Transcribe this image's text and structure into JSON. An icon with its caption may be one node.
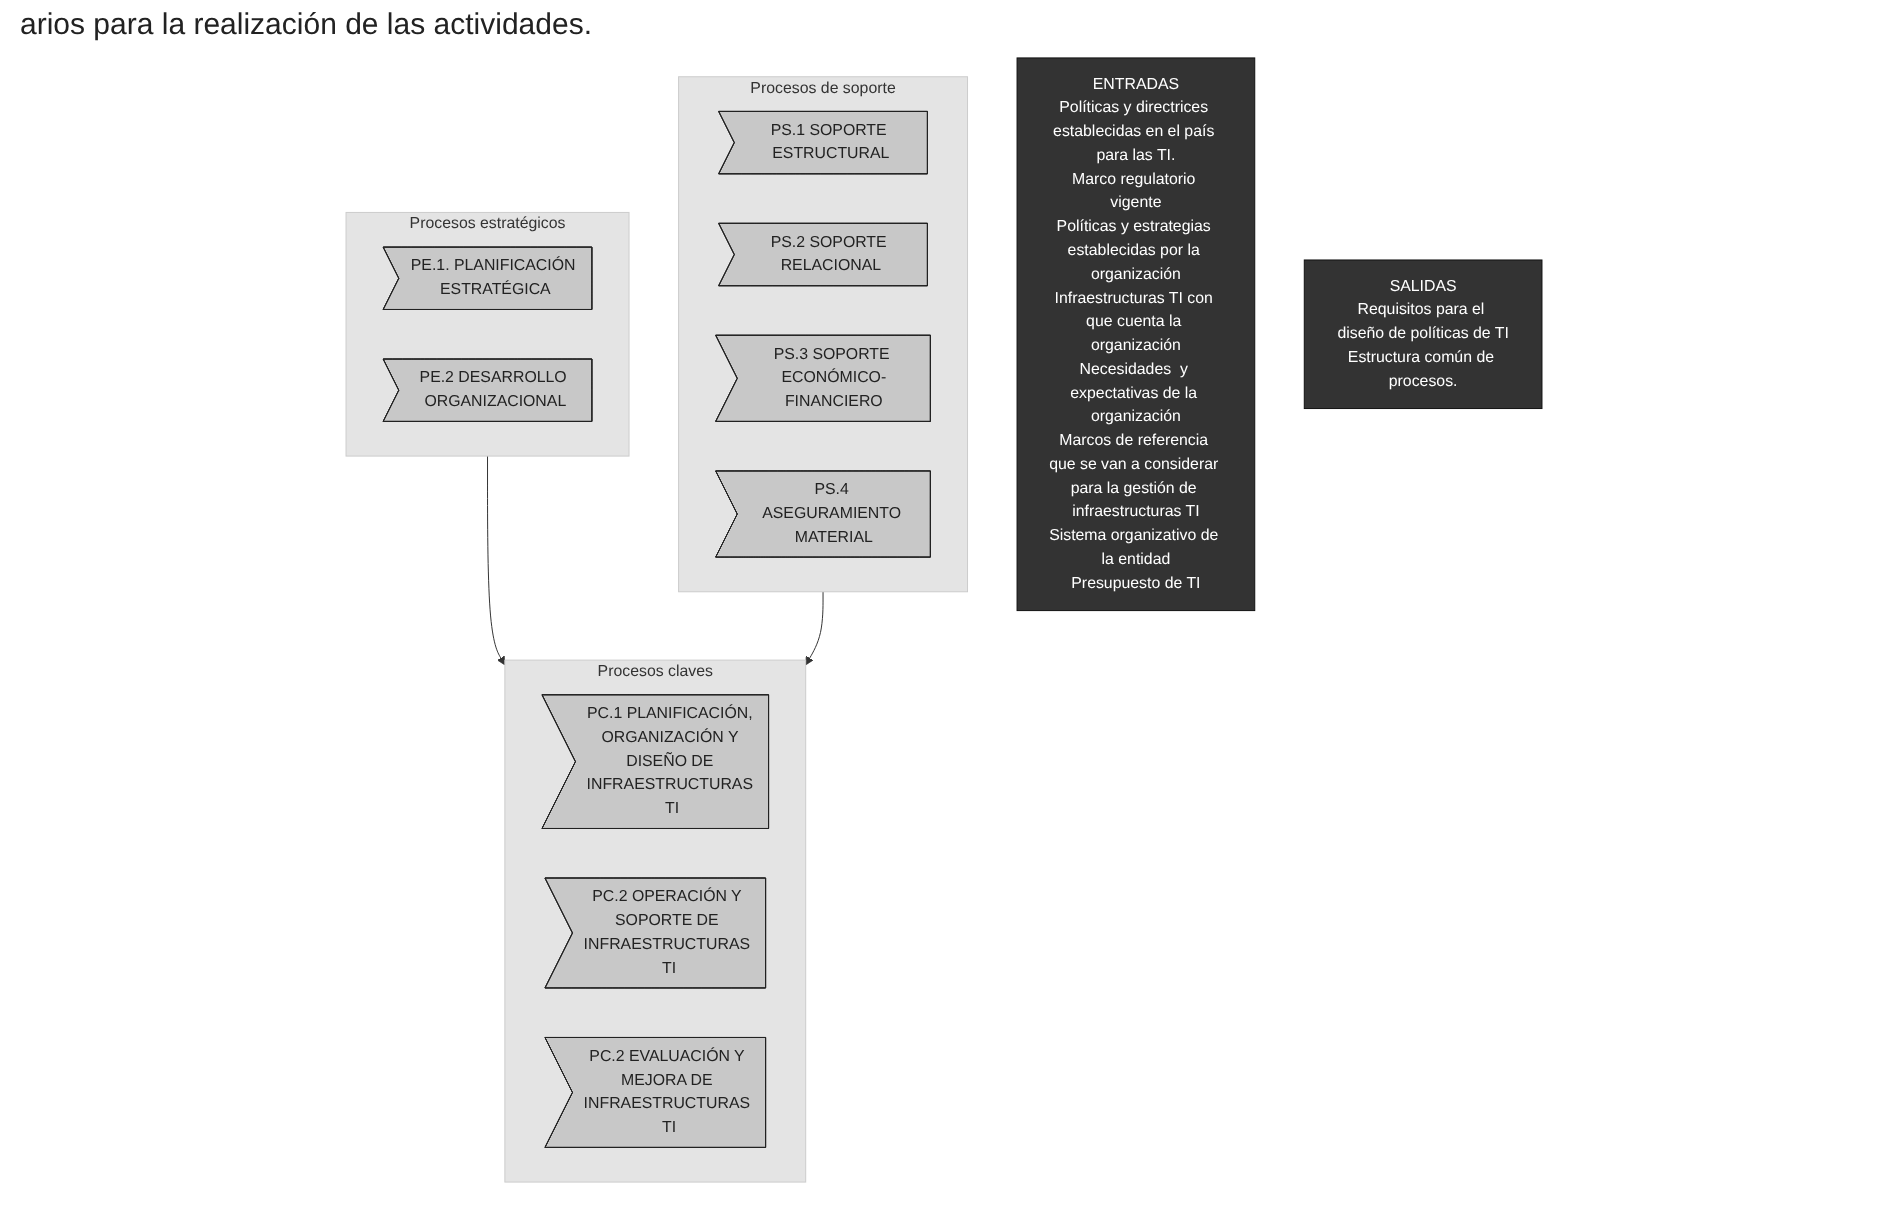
{
  "diagram": {
    "nodes": [
      {
        "text": [
          "ENTRADAS",
          "Políticas y directrices establecidas en el país para las TI.",
          "Marco regulatorio vigente",
          "Políticas y estrategias establecidas por la organización",
          "Infraestructuras TI con que cuenta la organización",
          "Necesidades  y expectativas de la organización",
          "Marcos de referencia que se van a considerar para la gestión de infraestructuras TI",
          "Sistema organizativo de la entidad",
          "Presupuesto de TI"
        ]
      },
      {
        "text": [
          "Procesos estratégicos"
        ]
      },
      {
        "text": [
          "PE.1. PLANIFICACIÓN ESTRATÉGICA"
        ],
        "in": 1
      },
      {
        "text": [
          "PE.2 DESARROLLO ORGANIZACIONAL"
        ],
        "in": 1
      },
      {
        "text": [
          "Procesos claves"
        ]
      },
      {
        "text": [
          "PC.1 PLANIFICACIÓN, ORGANIZACIÓN Y DISEÑO DE INFRAESTRUCTURAS TI"
        ],
        "in": 4
      },
      {
        "text": [
          "PC.2 OPERACIÓN Y SOPORTE DE INFRAESTRUCTURAS TI"
        ],
        "in": 4
      },
      {
        "text": [
          "PC.2 EVALUACIÓN Y MEJORA DE INFRAESTRUCTURAS TI"
        ],
        "in": 4
      },
      {
        "text": [
          "Procesos de soporte"
        ]
      },
      {
        "text": [
          "PS.1 SOPORTE ESTRUCTURAL"
        ],
        "in": 8
      },
      {
        "text": [
          "PS.2 SOPORTE RELACIONAL"
        ],
        "in": 8
      },
      {
        "text": [
          "PS.3 SOPORTE ECONÓMICO-FINANCIERO"
        ],
        "in": 8
      },
      {
        "text": [
          "PS.4 ASEGURAMIENTO MATERIAL"
        ],
        "in": 8
      },
      {
        "text": [
          "SALIDAS",
          "Requisitos para el diseño de políticas de TI",
          "Estructura común de procesos."
        ]
      }
    ],
    "edges": [
      {
        "from": 1,
        "to": 4,
        "arrow": "to"
      },
      {
        "from": 8,
        "to": 4,
        "arrow": "to"
      }
    ],
    "labels": [
      "arios para la realización de las actividades."
    ]
  }
}
